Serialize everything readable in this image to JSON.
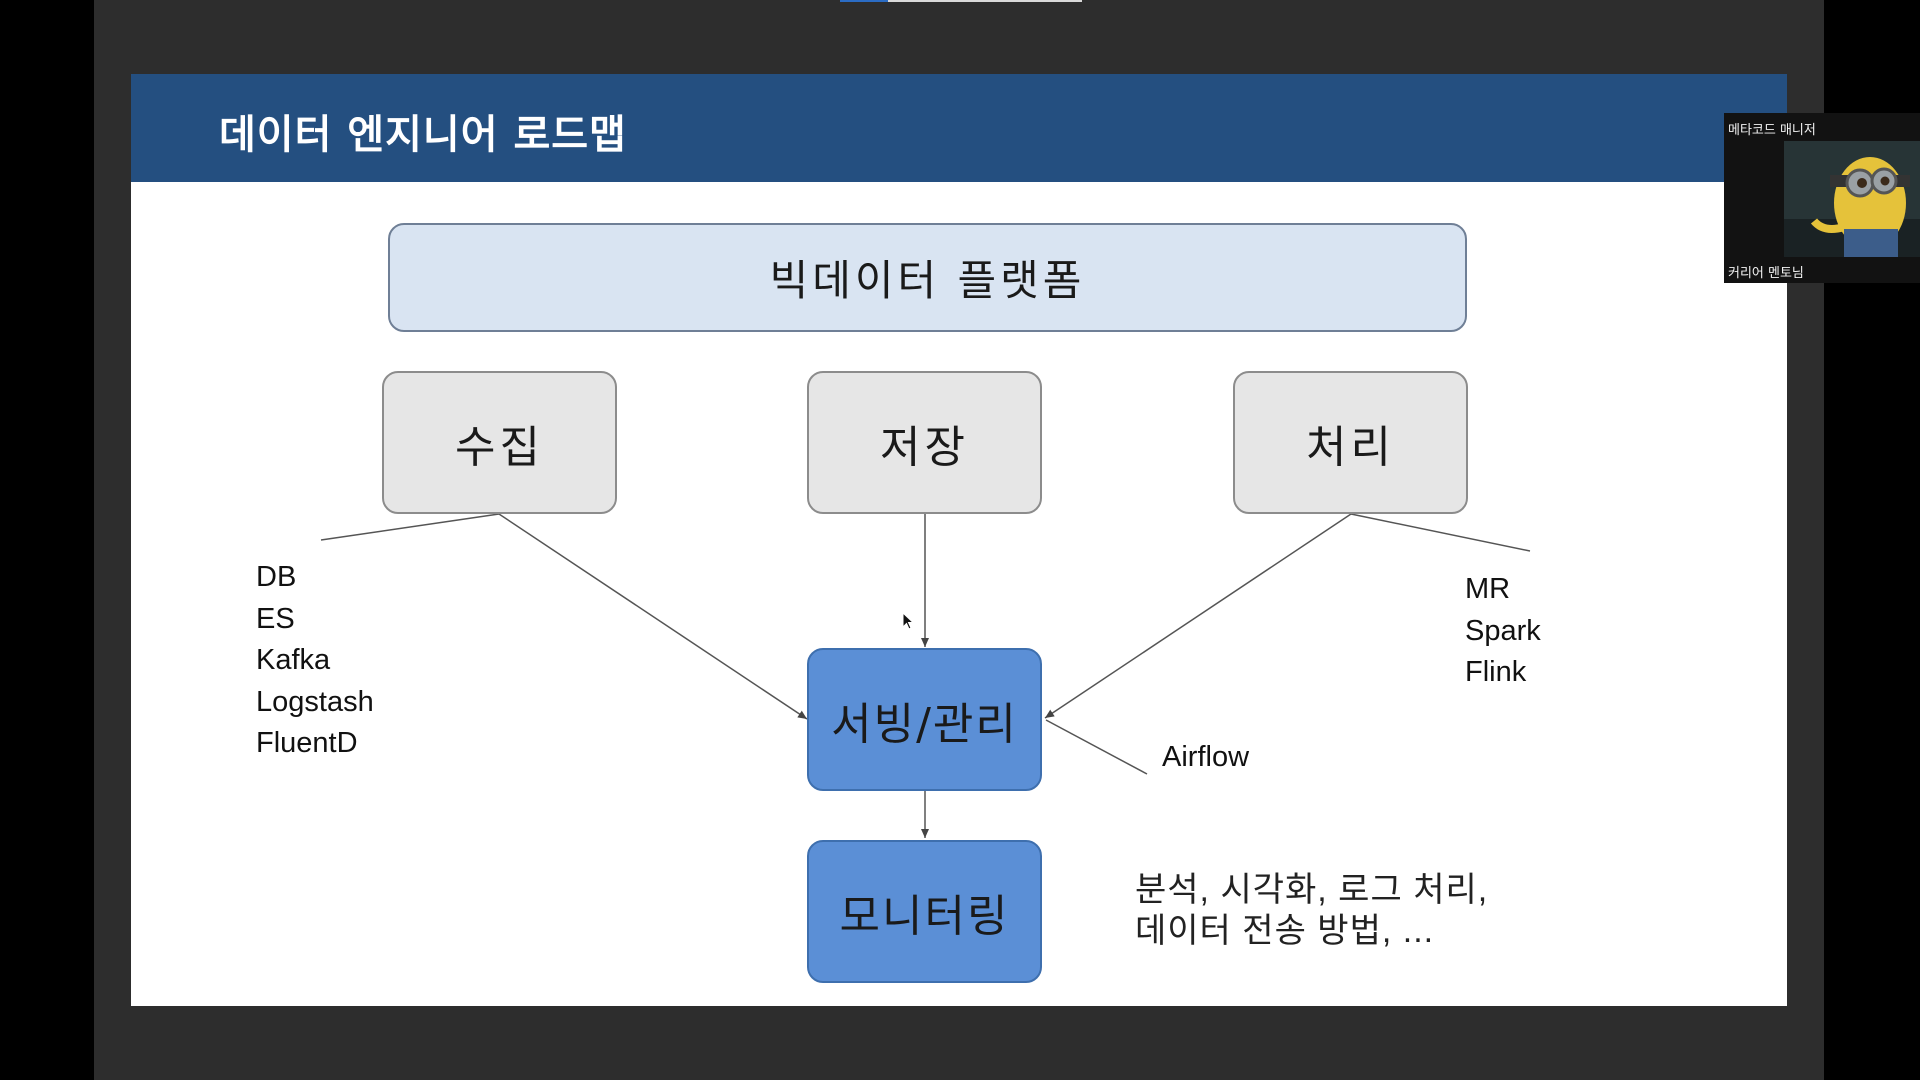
{
  "slide": {
    "title": "데이터 엔지니어 로드맵",
    "platform_label": "빅데이터 플랫폼",
    "stages": {
      "collect": "수집",
      "store": "저장",
      "process": "처리",
      "serve": "서빙/관리",
      "monitor": "모니터링"
    },
    "collect_tools": [
      "DB",
      "ES",
      "Kafka",
      "Logstash",
      "FluentD"
    ],
    "process_tools": [
      "MR",
      "Spark",
      "Flink"
    ],
    "serve_tool": "Airflow",
    "monitor_notes": [
      "분석, 시각화, 로그 처리,",
      "데이터 전송 방법, ..."
    ]
  },
  "participant": {
    "name_top": "메타코드 매니저",
    "name_bottom": "커리어 멘토님"
  },
  "colors": {
    "header": "#244f80",
    "platform_box": "#d9e4f2",
    "gray_box": "#e6e6e6",
    "blue_box": "#5b8fd6"
  },
  "icons": {
    "cursor": "cursor-icon"
  }
}
